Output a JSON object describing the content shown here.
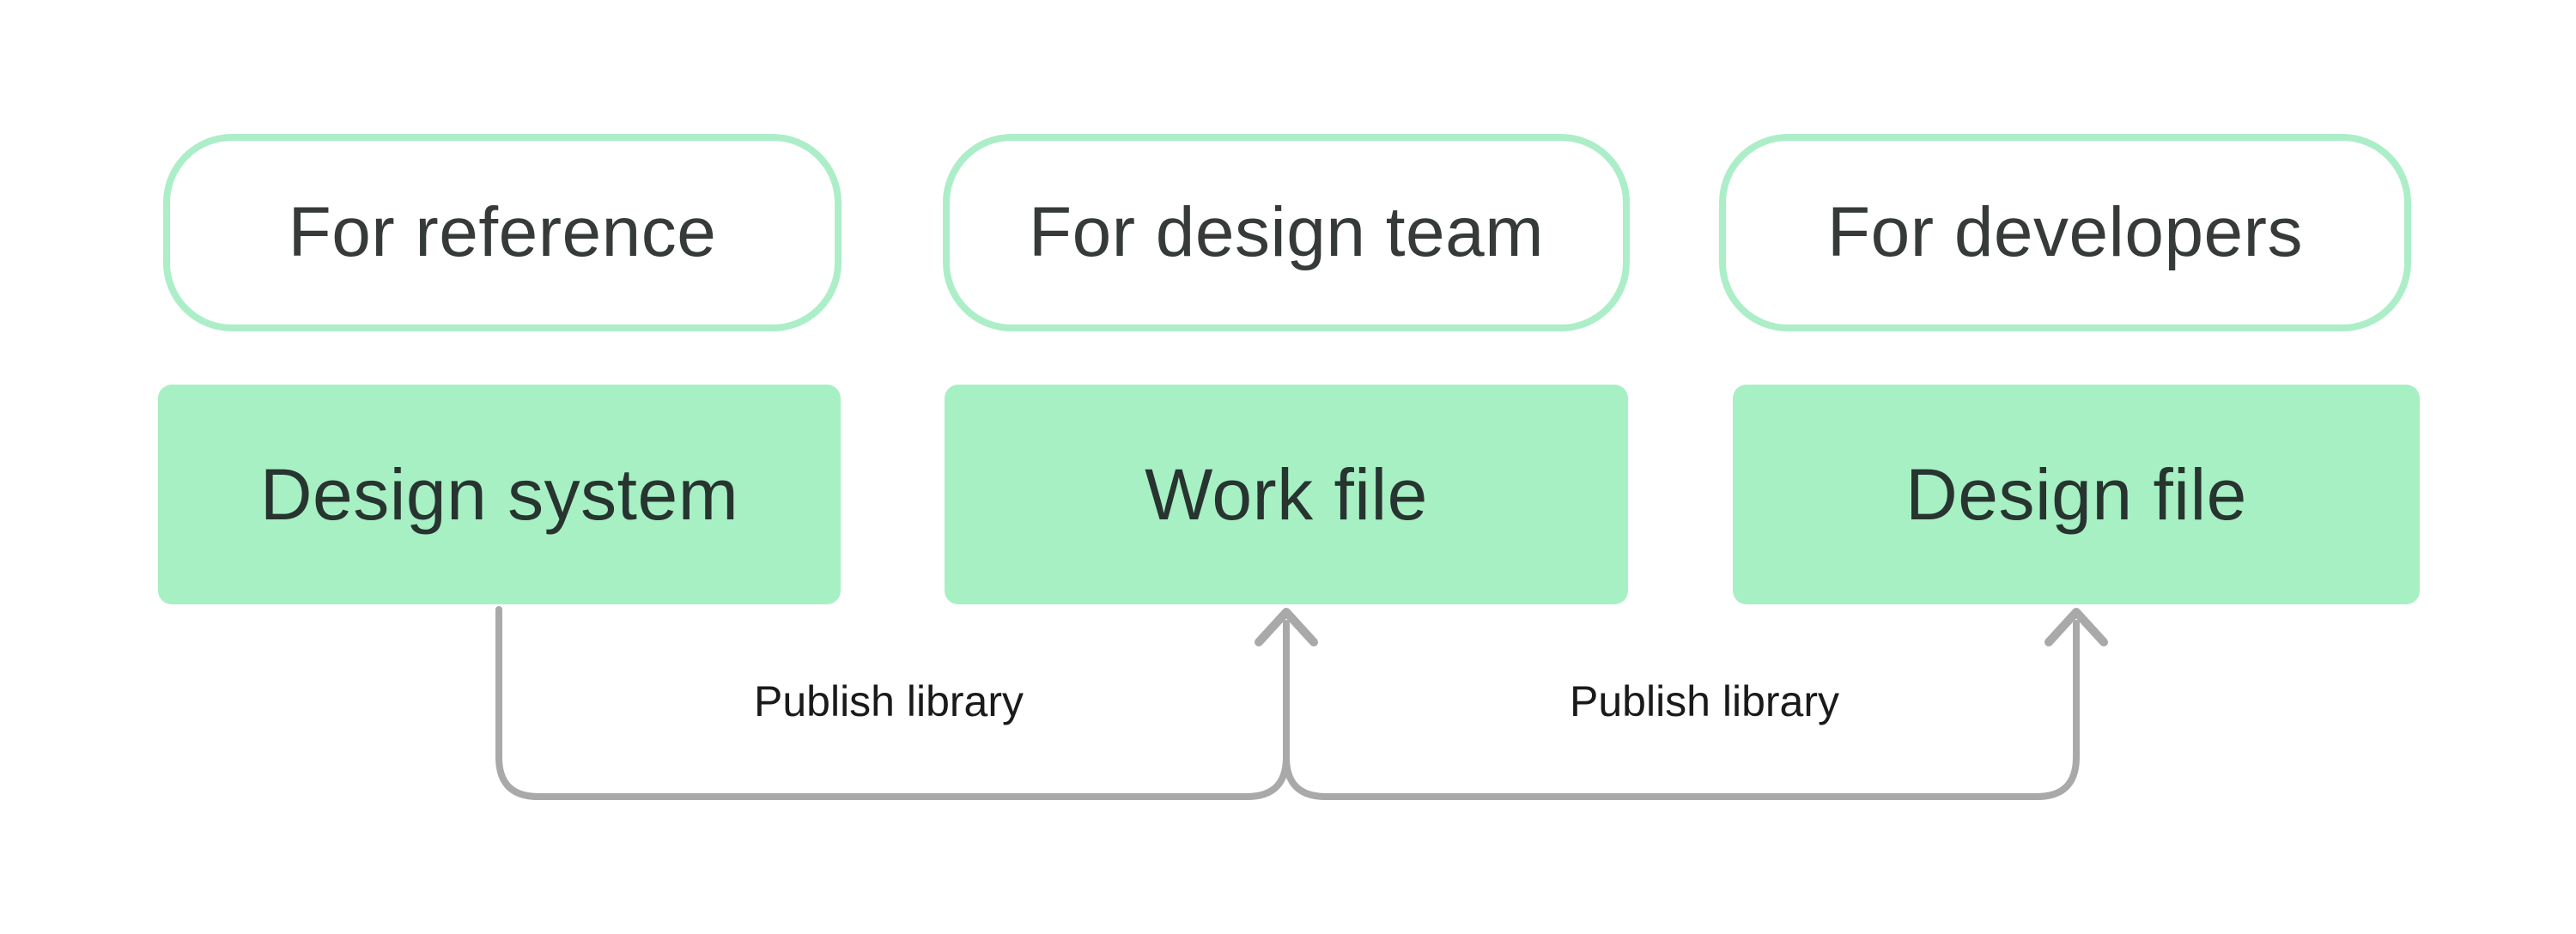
{
  "diagram": {
    "pills": [
      {
        "label": "For reference"
      },
      {
        "label": "For design team"
      },
      {
        "label": "For developers"
      }
    ],
    "boxes": [
      {
        "label": "Design system"
      },
      {
        "label": "Work file"
      },
      {
        "label": "Design file"
      }
    ],
    "edges": [
      {
        "label": "Publish library",
        "from": "Design system",
        "to": "Work file"
      },
      {
        "label": "Publish library",
        "from": "Work file",
        "to": "Design file"
      }
    ],
    "colors": {
      "background": "#ffffff",
      "green_fill": "#a7f0c3",
      "green_border": "#abeec8",
      "connector_gray": "#a9a9a9",
      "pill_text": "#363a38",
      "box_text": "#273430",
      "edge_label_text": "#1a1a1a"
    }
  }
}
